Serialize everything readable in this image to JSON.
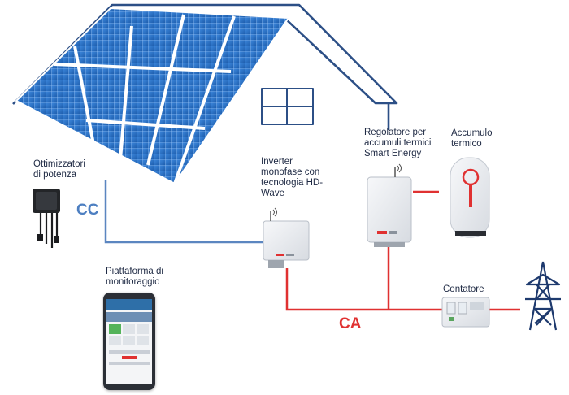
{
  "labels": {
    "optimizers": "Ottimizzatori\ndi potenza",
    "inverter": "Inverter\nmonofase con\ntecnologia HD-\nWave",
    "regulator": "Regolatore per\naccumuli termici\nSmart Energy",
    "storage": "Accumulo\ntermico",
    "monitoring": "Piattaforma di\nmonitoraggio",
    "meter": "Contatore",
    "dc": "CC",
    "ac": "CA"
  },
  "colors": {
    "dc_line": "#5b86c0",
    "ac_line": "#e03131",
    "roof": "#2c4f86",
    "panel": "#2f74c8",
    "tower": "#1e3a6e"
  },
  "icons": [
    "solar-panel-icon",
    "optimizer-icon",
    "inverter-icon",
    "regulator-icon",
    "water-tank-icon",
    "meter-icon",
    "power-tower-icon",
    "smartphone-icon",
    "wifi-antenna-icon"
  ]
}
